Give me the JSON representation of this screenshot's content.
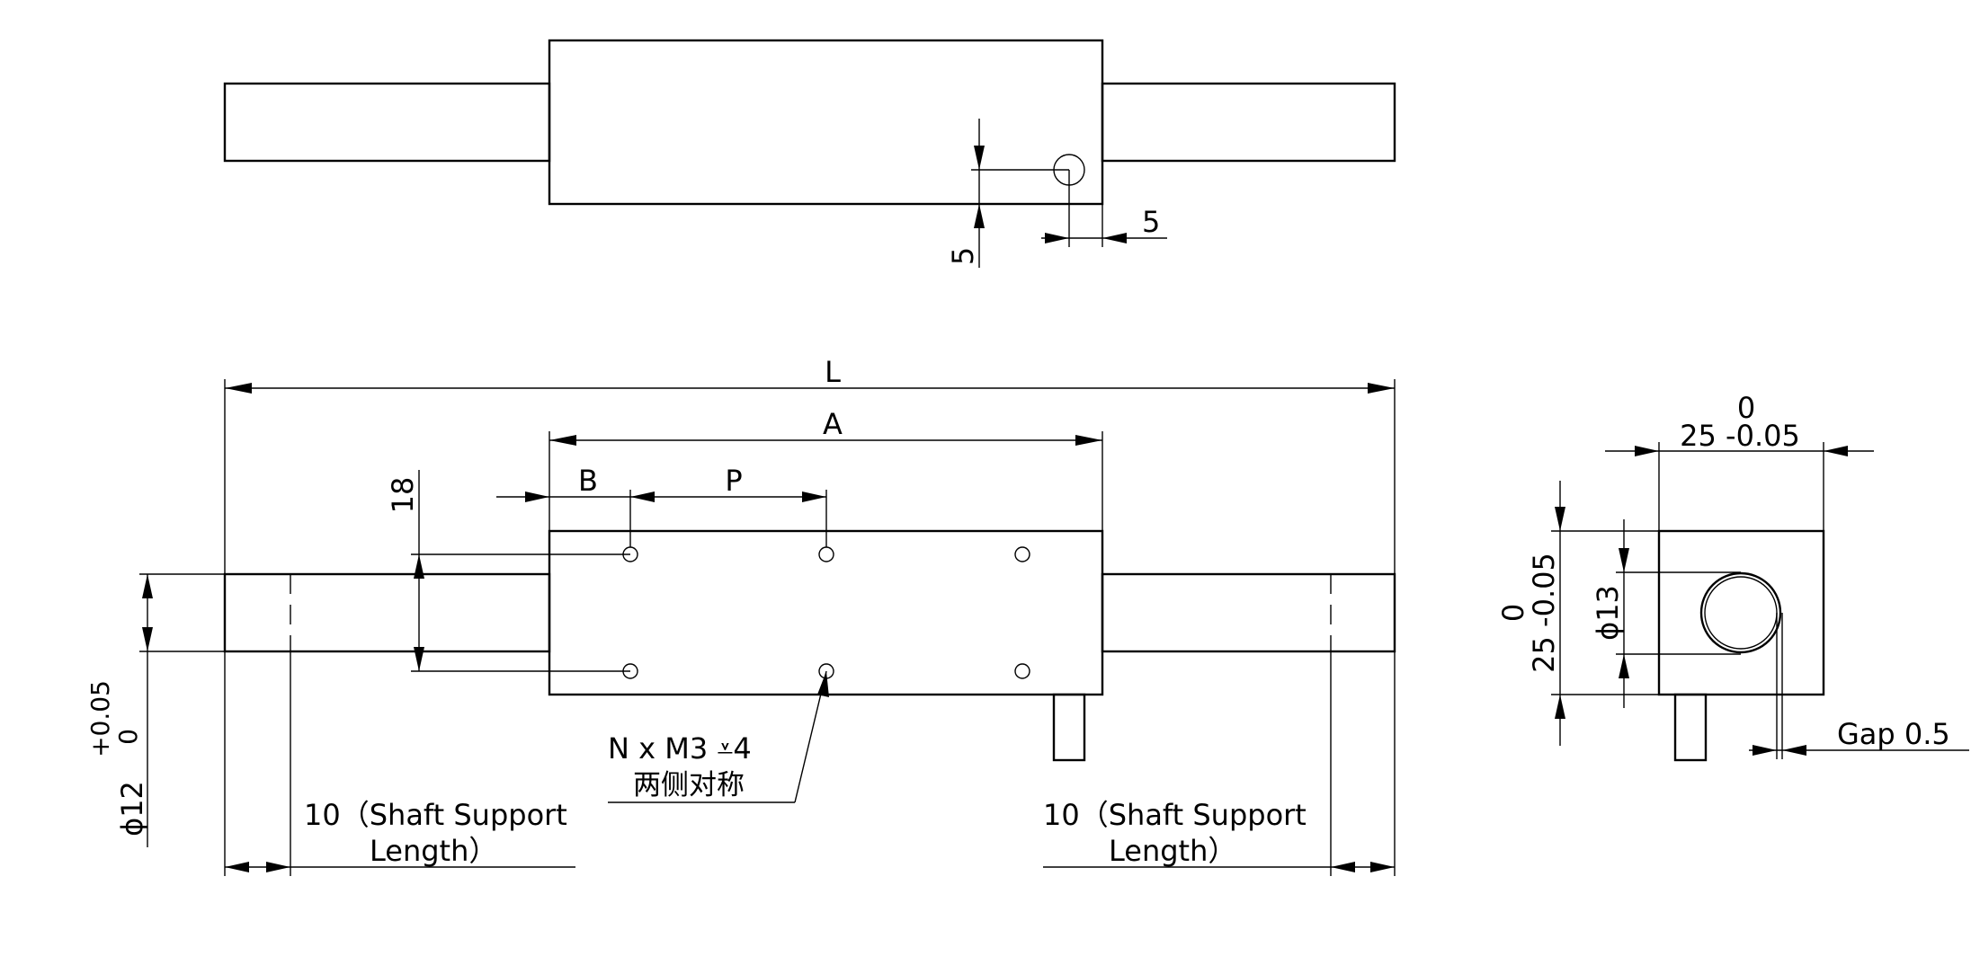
{
  "dims": {
    "top_vertical": "5",
    "top_horizontal": "5",
    "overall_length": "L",
    "block_length": "A",
    "offset_b": "B",
    "pitch_p": "P",
    "hole_spacing": "18",
    "diameter_12": "ϕ12",
    "diameter_12_tol_upper": "+0.05",
    "diameter_12_tol_lower": "0",
    "support_left_line1": "10（Shaft Support",
    "support_left_line2": "Length）",
    "support_right_line1": "10（Shaft Support",
    "support_right_line2": "Length）",
    "hole_callout_line1": "N x  M3 ⩡4",
    "hole_callout_line2": "两侧对称",
    "side_width_tol_upper": "0",
    "side_width": "25 -0.05",
    "side_height_tol_upper": "0",
    "side_height": "25 -0.05",
    "bore_diameter": "ϕ13",
    "gap": "Gap 0.5"
  }
}
